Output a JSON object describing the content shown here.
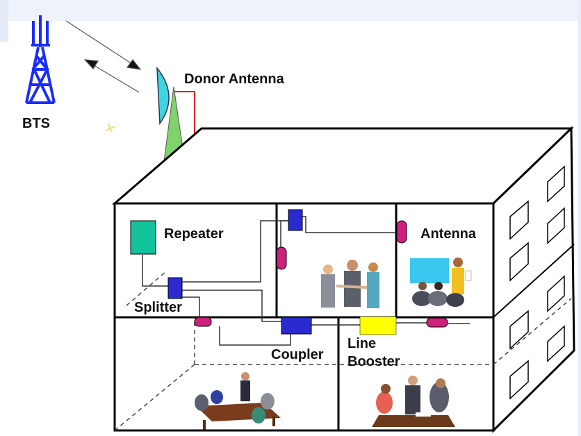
{
  "labels": {
    "bts": "BTS",
    "donor_antenna": "Donor Antenna",
    "repeater": "Repeater",
    "antenna": "Antenna",
    "splitter": "Splitter",
    "coupler": "Coupler",
    "line_booster_1": "Line",
    "line_booster_2": "Booster"
  },
  "colors": {
    "bts_tower": "#1a2cff",
    "donor_dish": "#3dd6e0",
    "donor_mast": "#7fd36a",
    "feed_cable": "#e02020",
    "repeater": "#12c29a",
    "splitter": "#2a2ad0",
    "coupler": "#2a2ad0",
    "antenna_node": "#d0207e",
    "line_booster": "#ffff00",
    "building": "#000000",
    "cable": "#333333"
  },
  "icons": [
    "bts-tower-icon",
    "donor-antenna-icon",
    "people-group-icon",
    "meeting-table-icon",
    "presentation-icon"
  ]
}
